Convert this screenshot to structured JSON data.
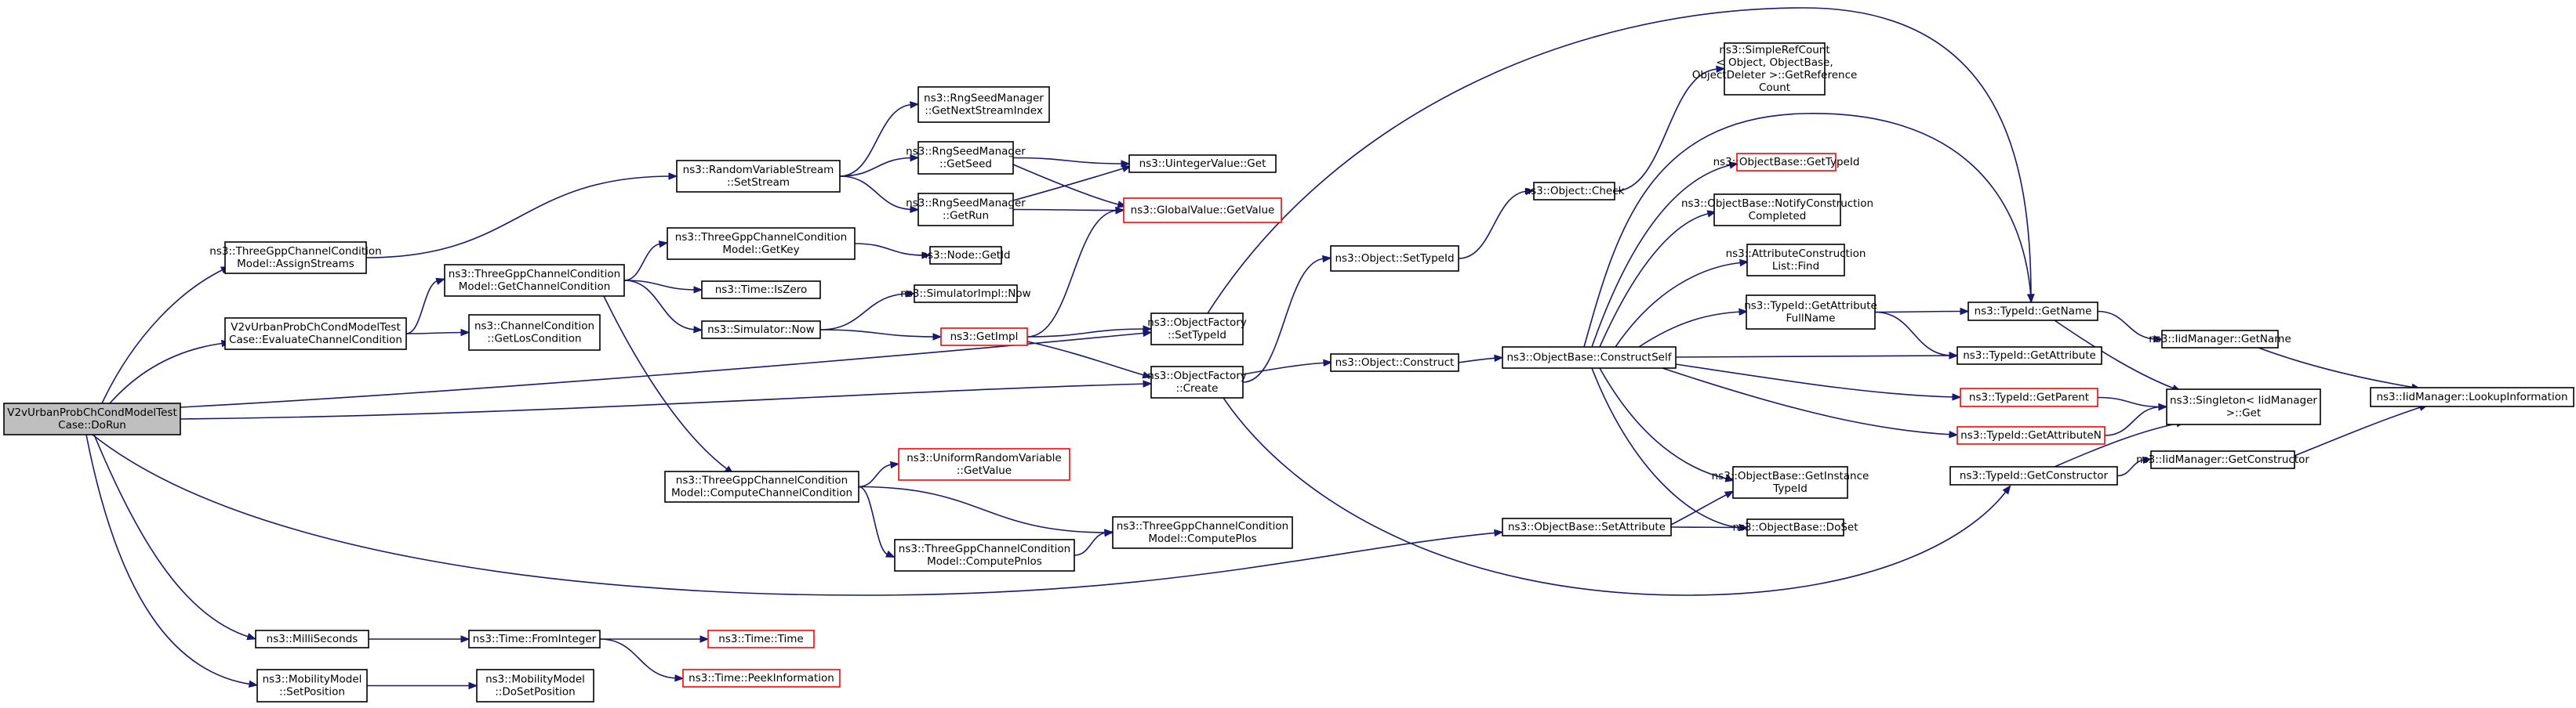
{
  "graph": {
    "type": "call-graph",
    "colors": {
      "edge": "#191970",
      "root_fill": "#bfbfbf",
      "node_border": "#000000",
      "truncated_border": "#ff0000"
    },
    "nodes": [
      {
        "id": "root",
        "lines": [
          "V2vUrbanProbChCondModelTest",
          "Case::DoRun"
        ]
      },
      {
        "id": "assignStreams",
        "lines": [
          "ns3::ThreeGppChannelCondition",
          "Model::AssignStreams"
        ]
      },
      {
        "id": "evalCC",
        "lines": [
          "V2vUrbanProbChCondModelTest",
          "Case::EvaluateChannelCondition"
        ]
      },
      {
        "id": "milli",
        "lines": [
          "ns3::MilliSeconds"
        ]
      },
      {
        "id": "mobSetPos",
        "lines": [
          "ns3::MobilityModel",
          "::SetPosition"
        ]
      },
      {
        "id": "setStream",
        "lines": [
          "ns3::RandomVariableStream",
          "::SetStream"
        ]
      },
      {
        "id": "getCC",
        "lines": [
          "ns3::ThreeGppChannelCondition",
          "Model::GetChannelCondition"
        ]
      },
      {
        "id": "computeCC",
        "lines": [
          "ns3::ThreeGppChannelCondition",
          "Model::ComputeChannelCondition"
        ]
      },
      {
        "id": "fromInt",
        "lines": [
          "ns3::Time::FromInteger"
        ]
      },
      {
        "id": "doSetPos",
        "lines": [
          "ns3::MobilityModel",
          "::DoSetPosition"
        ]
      },
      {
        "id": "nextStream",
        "lines": [
          "ns3::RngSeedManager",
          "::GetNextStreamIndex"
        ]
      },
      {
        "id": "getSeed",
        "lines": [
          "ns3::RngSeedManager",
          "::GetSeed"
        ]
      },
      {
        "id": "getRun",
        "lines": [
          "ns3::RngSeedManager",
          "::GetRun"
        ]
      },
      {
        "id": "getKey",
        "lines": [
          "ns3::ThreeGppChannelCondition",
          "Model::GetKey"
        ]
      },
      {
        "id": "isZero",
        "lines": [
          "ns3::Time::IsZero"
        ]
      },
      {
        "id": "simNow",
        "lines": [
          "ns3::Simulator::Now"
        ]
      },
      {
        "id": "losCond",
        "lines": [
          "ns3::ChannelCondition",
          "::GetLosCondition"
        ]
      },
      {
        "id": "urvGet",
        "lines": [
          "ns3::UniformRandomVariable",
          "::GetValue"
        ],
        "truncated": true
      },
      {
        "id": "pnlos",
        "lines": [
          "ns3::ThreeGppChannelCondition",
          "Model::ComputePnlos"
        ]
      },
      {
        "id": "plos",
        "lines": [
          "ns3::ThreeGppChannelCondition",
          "Model::ComputePlos"
        ]
      },
      {
        "id": "timeTime",
        "lines": [
          "ns3::Time::Time"
        ],
        "truncated": true
      },
      {
        "id": "peek",
        "lines": [
          "ns3::Time::PeekInformation"
        ],
        "truncated": true
      },
      {
        "id": "uintGet",
        "lines": [
          "ns3::UintegerValue::Get"
        ]
      },
      {
        "id": "gvGet",
        "lines": [
          "ns3::GlobalValue::GetValue"
        ],
        "truncated": true
      },
      {
        "id": "nodeGetId",
        "lines": [
          "ns3::Node::GetId"
        ]
      },
      {
        "id": "simImplNow",
        "lines": [
          "ns3::SimulatorImpl::Now"
        ]
      },
      {
        "id": "getImpl",
        "lines": [
          "ns3::GetImpl"
        ],
        "truncated": true
      },
      {
        "id": "ofSetTid",
        "lines": [
          "ns3::ObjectFactory",
          "::SetTypeId"
        ]
      },
      {
        "id": "ofCreate",
        "lines": [
          "ns3::ObjectFactory",
          "::Create"
        ]
      },
      {
        "id": "objSetTid",
        "lines": [
          "ns3::Object::SetTypeId"
        ]
      },
      {
        "id": "objConstruct",
        "lines": [
          "ns3::Object::Construct"
        ]
      },
      {
        "id": "objCheck",
        "lines": [
          "ns3::Object::Check"
        ]
      },
      {
        "id": "obSetAttr",
        "lines": [
          "ns3::ObjectBase::SetAttribute"
        ]
      },
      {
        "id": "constructSelf",
        "lines": [
          "ns3::ObjectBase::ConstructSelf"
        ]
      },
      {
        "id": "refCount",
        "lines": [
          "ns3::SimpleRefCount",
          "< Object, ObjectBase,",
          "ObjectDeleter >::GetReference",
          "Count"
        ]
      },
      {
        "id": "getTypeId",
        "lines": [
          "ns3::ObjectBase::GetTypeId"
        ],
        "truncated": true
      },
      {
        "id": "notifyCC",
        "lines": [
          "ns3::ObjectBase::NotifyConstruction",
          "Completed"
        ]
      },
      {
        "id": "acFind",
        "lines": [
          "ns3::AttributeConstruction",
          "List::Find"
        ]
      },
      {
        "id": "attrFull",
        "lines": [
          "ns3::TypeId::GetAttribute",
          "FullName"
        ]
      },
      {
        "id": "instTid",
        "lines": [
          "ns3::ObjectBase::GetInstance",
          "TypeId"
        ]
      },
      {
        "id": "doSet",
        "lines": [
          "ns3::ObjectBase::DoSet"
        ]
      },
      {
        "id": "tidName",
        "lines": [
          "ns3::TypeId::GetName"
        ]
      },
      {
        "id": "tidAttr",
        "lines": [
          "ns3::TypeId::GetAttribute"
        ]
      },
      {
        "id": "tidParent",
        "lines": [
          "ns3::TypeId::GetParent"
        ],
        "truncated": true
      },
      {
        "id": "tidAttrN",
        "lines": [
          "ns3::TypeId::GetAttributeN"
        ],
        "truncated": true
      },
      {
        "id": "tidCtor",
        "lines": [
          "ns3::TypeId::GetConstructor"
        ]
      },
      {
        "id": "iidName",
        "lines": [
          "ns3::IidManager::GetName"
        ]
      },
      {
        "id": "singleton",
        "lines": [
          "ns3::Singleton< IidManager",
          ">::Get"
        ]
      },
      {
        "id": "iidCtor",
        "lines": [
          "ns3::IidManager::GetConstructor"
        ]
      },
      {
        "id": "lookup",
        "lines": [
          "ns3::IidManager::LookupInformation"
        ]
      }
    ],
    "edges": [
      [
        "root",
        "assignStreams"
      ],
      [
        "root",
        "evalCC"
      ],
      [
        "root",
        "ofSetTid"
      ],
      [
        "root",
        "ofCreate"
      ],
      [
        "root",
        "obSetAttr"
      ],
      [
        "root",
        "milli"
      ],
      [
        "root",
        "mobSetPos"
      ],
      [
        "assignStreams",
        "setStream"
      ],
      [
        "evalCC",
        "getCC"
      ],
      [
        "evalCC",
        "losCond"
      ],
      [
        "setStream",
        "nextStream"
      ],
      [
        "setStream",
        "getSeed"
      ],
      [
        "setStream",
        "getRun"
      ],
      [
        "getSeed",
        "uintGet"
      ],
      [
        "getSeed",
        "gvGet"
      ],
      [
        "getRun",
        "uintGet"
      ],
      [
        "getRun",
        "gvGet"
      ],
      [
        "getCC",
        "getKey"
      ],
      [
        "getCC",
        "isZero"
      ],
      [
        "getCC",
        "simNow"
      ],
      [
        "getCC",
        "computeCC"
      ],
      [
        "getKey",
        "nodeGetId"
      ],
      [
        "simNow",
        "simImplNow"
      ],
      [
        "simNow",
        "getImpl"
      ],
      [
        "getImpl",
        "gvGet"
      ],
      [
        "getImpl",
        "ofSetTid"
      ],
      [
        "getImpl",
        "ofCreate"
      ],
      [
        "computeCC",
        "urvGet"
      ],
      [
        "computeCC",
        "plos"
      ],
      [
        "computeCC",
        "pnlos"
      ],
      [
        "pnlos",
        "plos"
      ],
      [
        "milli",
        "fromInt"
      ],
      [
        "fromInt",
        "timeTime"
      ],
      [
        "fromInt",
        "peek"
      ],
      [
        "mobSetPos",
        "doSetPos"
      ],
      [
        "ofSetTid",
        "tidName"
      ],
      [
        "ofCreate",
        "objSetTid"
      ],
      [
        "ofCreate",
        "objConstruct"
      ],
      [
        "ofCreate",
        "tidCtor"
      ],
      [
        "objSetTid",
        "objCheck"
      ],
      [
        "objCheck",
        "refCount"
      ],
      [
        "objConstruct",
        "constructSelf"
      ],
      [
        "obSetAttr",
        "instTid"
      ],
      [
        "obSetAttr",
        "doSet"
      ],
      [
        "constructSelf",
        "getTypeId"
      ],
      [
        "constructSelf",
        "tidName"
      ],
      [
        "constructSelf",
        "notifyCC"
      ],
      [
        "constructSelf",
        "acFind"
      ],
      [
        "constructSelf",
        "attrFull"
      ],
      [
        "constructSelf",
        "tidAttr"
      ],
      [
        "constructSelf",
        "tidParent"
      ],
      [
        "constructSelf",
        "tidAttrN"
      ],
      [
        "constructSelf",
        "instTid"
      ],
      [
        "constructSelf",
        "doSet"
      ],
      [
        "attrFull",
        "tidName"
      ],
      [
        "attrFull",
        "tidAttr"
      ],
      [
        "tidName",
        "iidName"
      ],
      [
        "tidName",
        "singleton"
      ],
      [
        "tidParent",
        "singleton"
      ],
      [
        "tidAttrN",
        "singleton"
      ],
      [
        "tidCtor",
        "singleton"
      ],
      [
        "tidCtor",
        "iidCtor"
      ],
      [
        "iidName",
        "lookup"
      ],
      [
        "iidCtor",
        "lookup"
      ]
    ]
  }
}
